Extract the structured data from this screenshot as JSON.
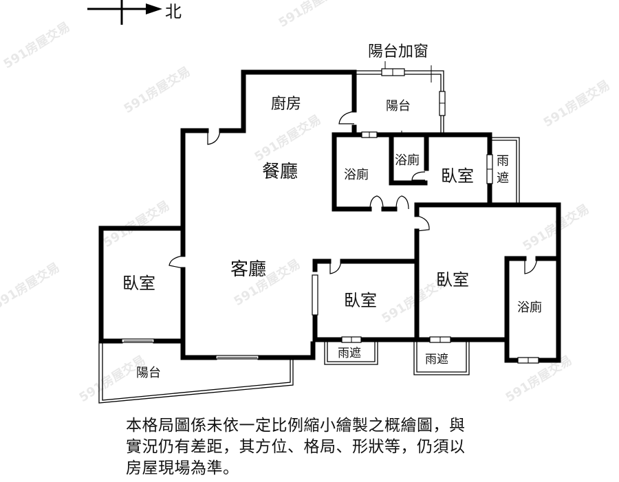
{
  "compass": {
    "label": "北",
    "icon": "north-arrow-icon"
  },
  "rooms": {
    "kitchen": "廚房",
    "balcony_north": "陽台",
    "balcony_window_note": "陽台加窗",
    "dining": "餐廳",
    "living": "客廳",
    "bath_1": "浴廁",
    "bath_2": "浴廁",
    "bath_3": "浴廁",
    "bedroom_east_top": "臥室",
    "bedroom_west": "臥室",
    "bedroom_center": "臥室",
    "bedroom_east": "臥室",
    "canopy_east": [
      "雨",
      "遮"
    ],
    "canopy_south_1": "雨遮",
    "canopy_south_2": "雨遮",
    "balcony_south": "陽台"
  },
  "watermark": {
    "text": "591房屋交易"
  },
  "disclaimer": {
    "lines": [
      "本格局圖係未依一定比例縮小繪製之概繪圖，與",
      "實況仍有差距，其方位、格局、形狀等，仍須以",
      "房屋現場為準。"
    ]
  }
}
